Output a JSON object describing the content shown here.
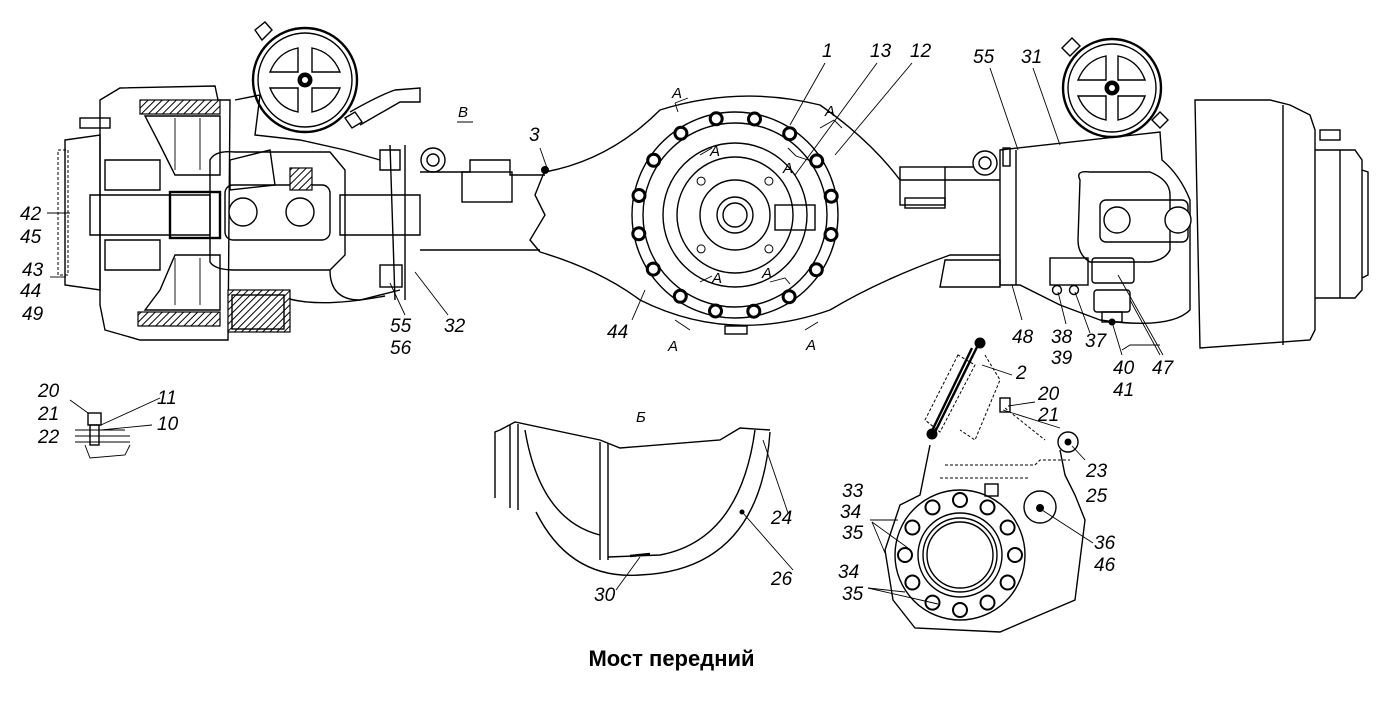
{
  "caption": "Мост передний",
  "view_labels": {
    "view_b": "В",
    "view_be": "Б",
    "section_a": "А"
  },
  "callouts": {
    "left_hub": [
      "42",
      "45",
      "43",
      "44",
      "49"
    ],
    "left_knuckle": [
      "55",
      "56",
      "32"
    ],
    "axle_center": [
      "3",
      "1",
      "13",
      "12",
      "44"
    ],
    "right_knuckle_top": [
      "55",
      "31"
    ],
    "right_steering": [
      "48",
      "38",
      "39",
      "37",
      "40",
      "41",
      "47"
    ],
    "detail_bolt": [
      "20",
      "21",
      "22",
      "11",
      "10"
    ],
    "detail_b": [
      "24",
      "26",
      "30"
    ],
    "detail_flange": [
      "2",
      "20",
      "21",
      "23",
      "25",
      "33",
      "34",
      "35",
      "34",
      "35",
      "36",
      "46"
    ]
  },
  "colors": {
    "ink": "#000000",
    "paper": "#ffffff"
  }
}
